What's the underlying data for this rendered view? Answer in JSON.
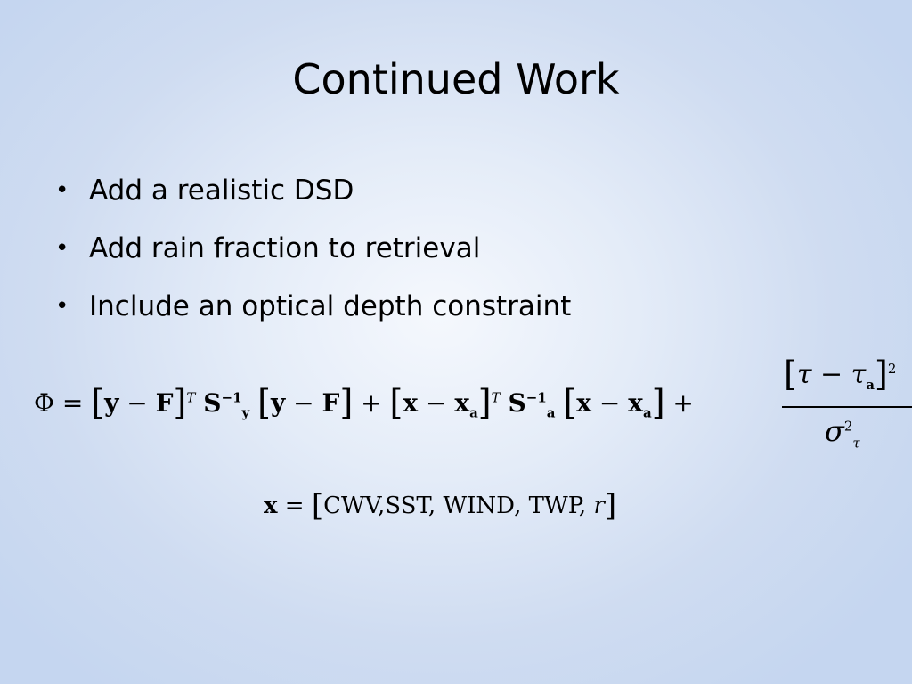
{
  "slide": {
    "title": "Continued Work",
    "bullets": [
      "Add a realistic DSD",
      "Add rain fraction to retrieval",
      "Include an optical depth constraint"
    ],
    "bullet_symbol": "•"
  },
  "equations": {
    "cost_function": {
      "lhs": "Φ",
      "eq": "=",
      "minus": "−",
      "plus": "+",
      "y": "y",
      "F": "F",
      "x": "x",
      "a": "a",
      "S": "S",
      "T": "T",
      "inv": "−1",
      "tau": "τ",
      "sigma": "σ",
      "two": "2"
    },
    "state_vector": {
      "lhs": "x",
      "eq": "=",
      "elements": "CWV,SST, WIND, TWP,",
      "last": "r"
    }
  }
}
